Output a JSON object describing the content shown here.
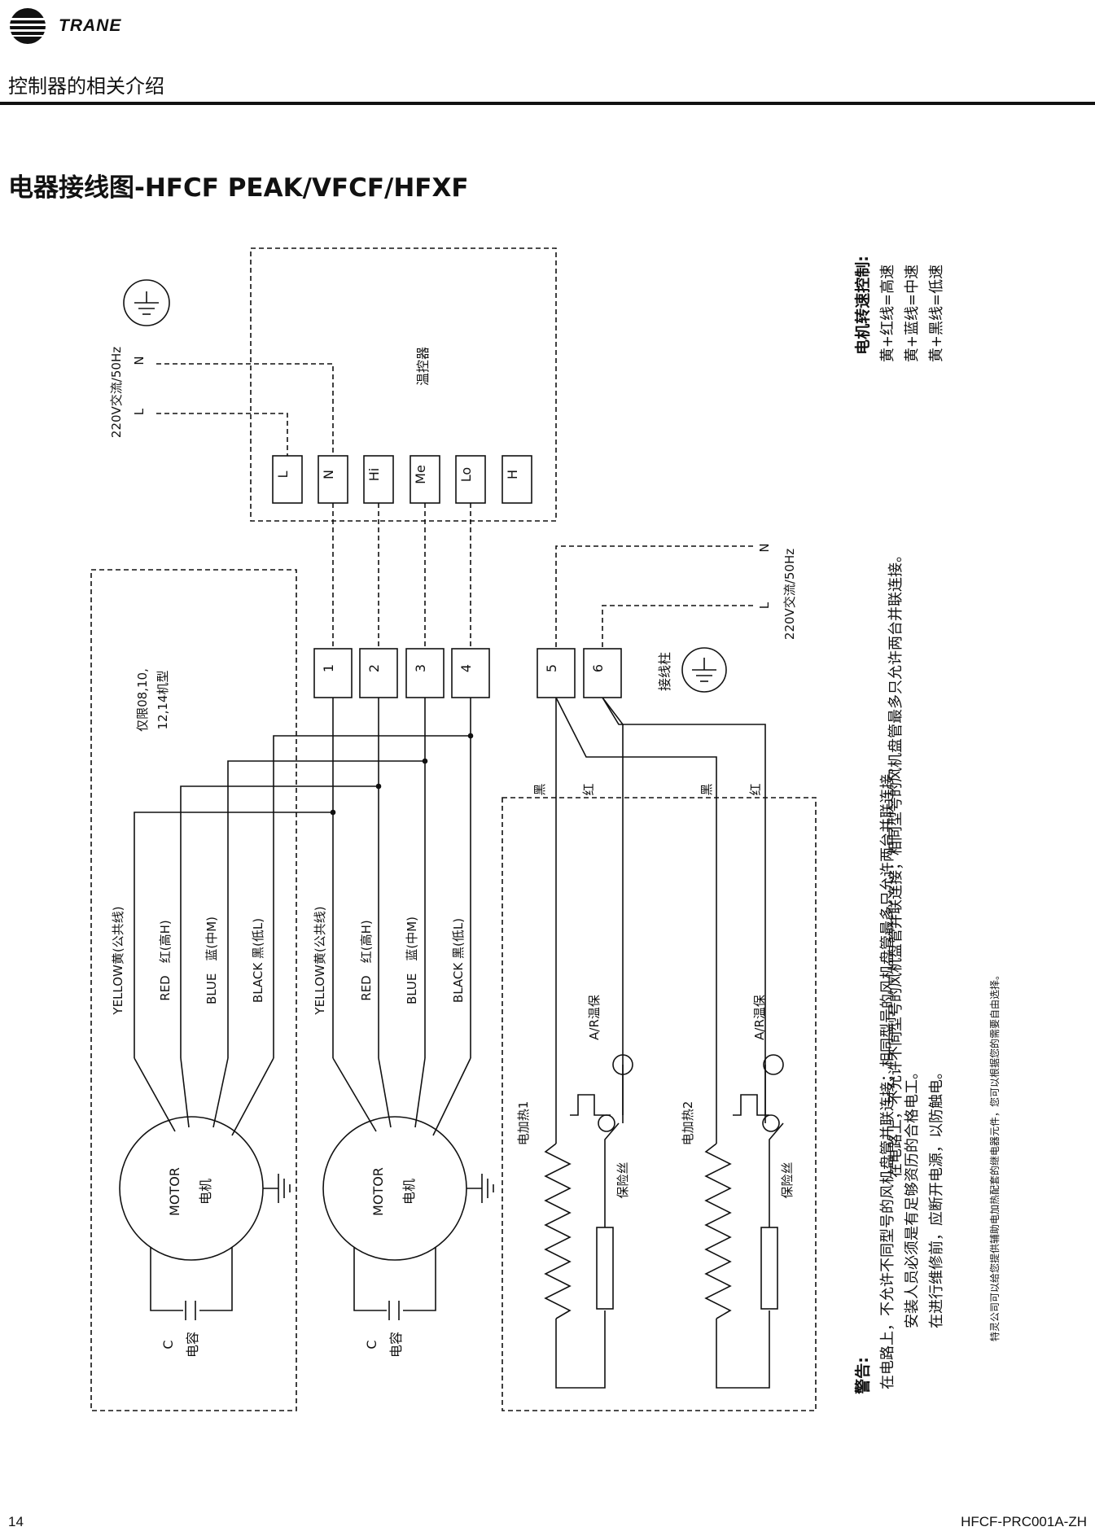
{
  "header": {
    "brand": "TRANE",
    "section_title": "控制器的相关介绍"
  },
  "page_title": "电器接线图-HFCF PEAK/VFCF/HFXF",
  "thermostat": {
    "label": "温控器",
    "power_label": "220V交流/50Hz",
    "power_n": "N",
    "power_l": "L",
    "terminals": [
      "L",
      "N",
      "Hi",
      "Me",
      "Lo",
      "H"
    ]
  },
  "terminal_block": {
    "numbers": [
      "1",
      "2",
      "3",
      "4",
      "5",
      "6"
    ],
    "ground_label": "接线柱",
    "heater_power_label": "220V交流/50Hz",
    "heater_power_n": "N",
    "heater_power_l": "L"
  },
  "motor_note": [
    "仅限08,10,",
    "12,14机型"
  ],
  "motor_wires": [
    "YELLOW黄(公共线)",
    "RED　红(高H)",
    "BLUE　蓝(中M)",
    "BLACK 黑(低L)"
  ],
  "motor": {
    "label_en": "MOTOR",
    "label_zh": "电机",
    "cap_c": "C",
    "cap_zh": "电容"
  },
  "heater": {
    "wire_black": "黑",
    "wire_red": "红",
    "heater1": "电加热1",
    "heater2": "电加热2",
    "thermostat": "A/R温保",
    "fuse": "保险丝"
  },
  "speed_control": {
    "title": "电机转速控制:",
    "lines": [
      "黄+红线=高速",
      "黄+蓝线=中速",
      "黄+黑线=低速"
    ]
  },
  "notes": {
    "parallel_note": "在电路上，不允许不同型号的风机盘管并联连接；相同型号的风机盘管最多只允许两台并联连接。",
    "warning_title": "警告:",
    "warning_lines": [
      "在电路上，不允许不同型号的风机盘管并联连接；相同型号的风机盘管最多只允许两台并联连接。",
      "安装人员必须是有足够资历的合格电工。",
      "在进行维修前，应断开电源，以防触电。"
    ],
    "small_note": "特灵公司可以给您提供辅助电加热配套的继电器元件，您可以根据您的需要自由选择。"
  },
  "footer": {
    "page_number": "14",
    "doc_code": "HFCF-PRC001A-ZH"
  }
}
